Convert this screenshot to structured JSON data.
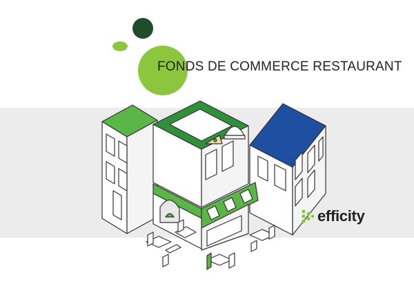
{
  "title": "FONDS DE COMMERCE RESTAURANT",
  "logo": {
    "text": "efficity",
    "icon": "efficity-dots-logo",
    "color": "#8cc63f"
  },
  "colors": {
    "accent_green": "#8cc63f",
    "dark_green": "#1f4d2c",
    "building_green": "#5bb547",
    "building_blue": "#1e4fa0",
    "band_gray": "#ececec"
  }
}
